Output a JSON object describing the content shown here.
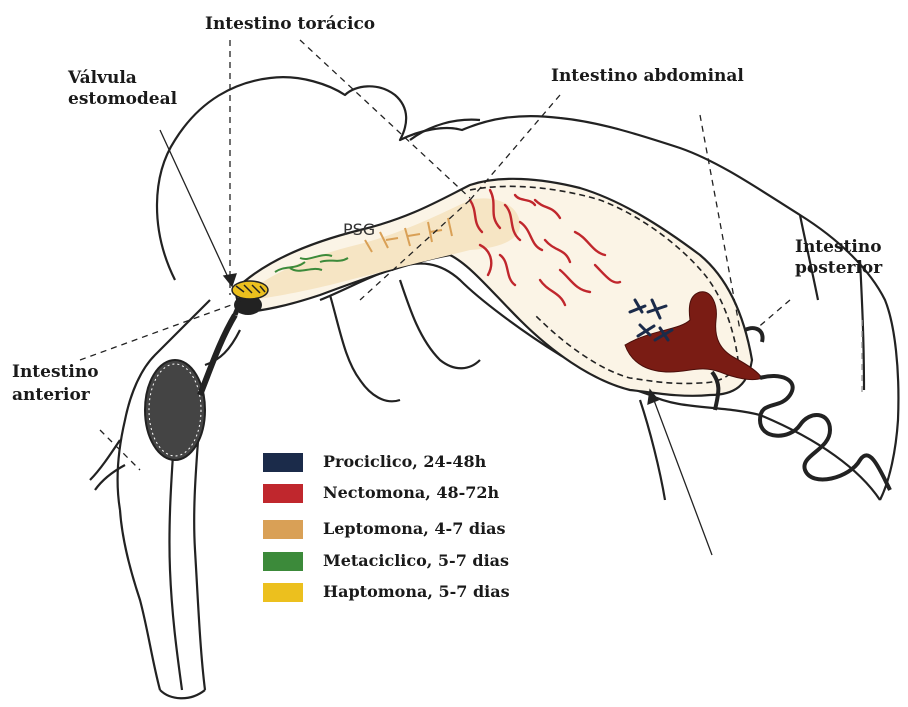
{
  "labels": {
    "toracico": "Intestino torácico",
    "valvula_1": "Válvula",
    "valvula_2": "estomodeal",
    "abdominal": "Intestino abdominal",
    "posterior_1": "Intestino",
    "posterior_2": "posterior",
    "anterior_1": "Intestino",
    "anterior_2": "anterior",
    "psg": "PSG"
  },
  "legend": [
    {
      "label": "Prociclico, 24-48h",
      "color": "#1b2b4a"
    },
    {
      "label": "Nectomona, 48-72h",
      "color": "#c0272d"
    },
    {
      "label": "Leptomona, 4-7 dias",
      "color": "#d9a056"
    },
    {
      "label": "Metaciclico, 5-7 dias",
      "color": "#3c8a3a"
    },
    {
      "label": "Haptomona, 5-7 dias",
      "color": "#ecc01e"
    }
  ],
  "colors": {
    "outline": "#222222",
    "gut_fill": "#f6e5c4",
    "blood_meal": "#7a1c14",
    "procyclic": "#1b2b4a",
    "nectomonad": "#c0272d",
    "leptomonad": "#d9a056",
    "metacyclic": "#3c8a3a",
    "haptomonad": "#ecc01e"
  }
}
